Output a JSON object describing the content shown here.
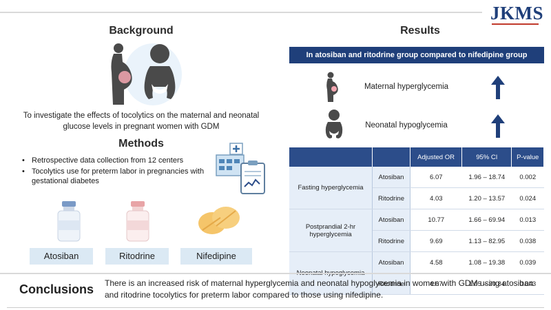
{
  "logo": "JKMS",
  "background": {
    "heading": "Background",
    "text": "To investigate the effects of tocolytics on the maternal and neonatal glucose levels in pregnant women with GDM"
  },
  "methods": {
    "heading": "Methods",
    "items": [
      "Retrospective data collection from 12 centers",
      "Tocolytics use for preterm labor in pregnancies with gestational diabetes"
    ],
    "drugs": [
      "Atosiban",
      "Ritodrine",
      "Nifedipine"
    ]
  },
  "results": {
    "heading": "Results",
    "banner": "In atosiban and ritodrine group compared to nifedipine group",
    "findings": [
      {
        "label": "Maternal hyperglycemia",
        "icon": "pregnant-woman-icon",
        "direction": "up-arrow-icon"
      },
      {
        "label": "Neonatal hypoglycemia",
        "icon": "baby-icon",
        "direction": "up-arrow-icon"
      }
    ],
    "table": {
      "headers": [
        "",
        "",
        "Adjusted OR",
        "95% CI",
        "P-value"
      ],
      "groups": [
        {
          "name": "Fasting hyperglycemia",
          "rows": [
            {
              "drug": "Atosiban",
              "or": "6.07",
              "ci": "1.96 – 18.74",
              "p": "0.002"
            },
            {
              "drug": "Ritodrine",
              "or": "4.03",
              "ci": "1.20 – 13.57",
              "p": "0.024"
            }
          ]
        },
        {
          "name": "Postprandial 2-hr hyperglycemia",
          "rows": [
            {
              "drug": "Atosiban",
              "or": "10.77",
              "ci": "1.66 – 69.94",
              "p": "0.013"
            },
            {
              "drug": "Ritodrine",
              "or": "9.69",
              "ci": "1.13 – 82.95",
              "p": "0.038"
            }
          ]
        },
        {
          "name": "Neonatal hypoglycemia",
          "rows": [
            {
              "drug": "Atosiban",
              "or": "4.58",
              "ci": "1.08 – 19.38",
              "p": "0.039"
            },
            {
              "drug": "Ritodrine",
              "or": "4.67",
              "ci": "1.05 – 20.84",
              "p": "0.043"
            }
          ]
        }
      ]
    }
  },
  "conclusions": {
    "heading": "Conclusions",
    "text": "There is an increased risk of maternal hyperglycemia and neonatal hypoglycemia in women with GDM using atosiban and ritodrine tocolytics for preterm labor compared to those using nifedipine."
  },
  "colors": {
    "navy": "#1f3f7a",
    "table_header": "#2c4d8a",
    "light_blue": "#dbe9f4"
  }
}
